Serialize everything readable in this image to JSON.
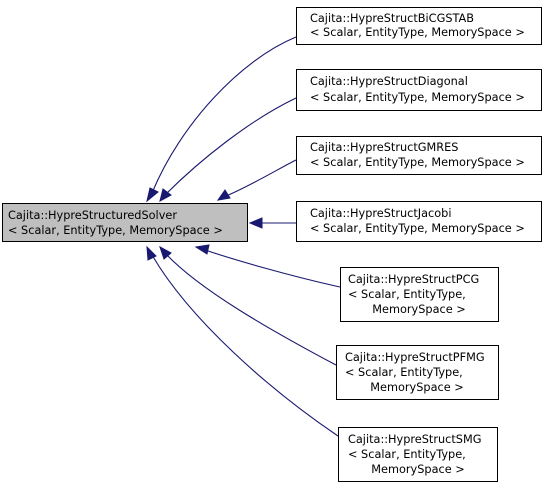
{
  "diagram": {
    "base": {
      "lines": [
        "Cajita::HypreStructuredSolver",
        "< Scalar, EntityType, MemorySpace >"
      ],
      "fill": "#bfbfbf"
    },
    "children": [
      {
        "id": "bicgstab",
        "lines": [
          "Cajita::HypreStructBiCGSTAB",
          "< Scalar, EntityType, MemorySpace >"
        ]
      },
      {
        "id": "diagonal",
        "lines": [
          "Cajita::HypreStructDiagonal",
          "< Scalar, EntityType, MemorySpace >"
        ]
      },
      {
        "id": "gmres",
        "lines": [
          "Cajita::HypreStructGMRES",
          "< Scalar, EntityType, MemorySpace >"
        ]
      },
      {
        "id": "jacobi",
        "lines": [
          "Cajita::HypreStructJacobi",
          "< Scalar, EntityType, MemorySpace >"
        ]
      },
      {
        "id": "pcg",
        "lines": [
          "Cajita::HypreStructPCG",
          "< Scalar, EntityType,",
          "MemorySpace >"
        ]
      },
      {
        "id": "pfmg",
        "lines": [
          "Cajita::HypreStructPFMG",
          "< Scalar, EntityType,",
          "MemorySpace >"
        ]
      },
      {
        "id": "smg",
        "lines": [
          "Cajita::HypreStructSMG",
          "< Scalar, EntityType,",
          "MemorySpace >"
        ]
      }
    ],
    "colors": {
      "edge": "#191970",
      "node_fill": "#ffffff",
      "node_stroke": "#000000"
    }
  }
}
